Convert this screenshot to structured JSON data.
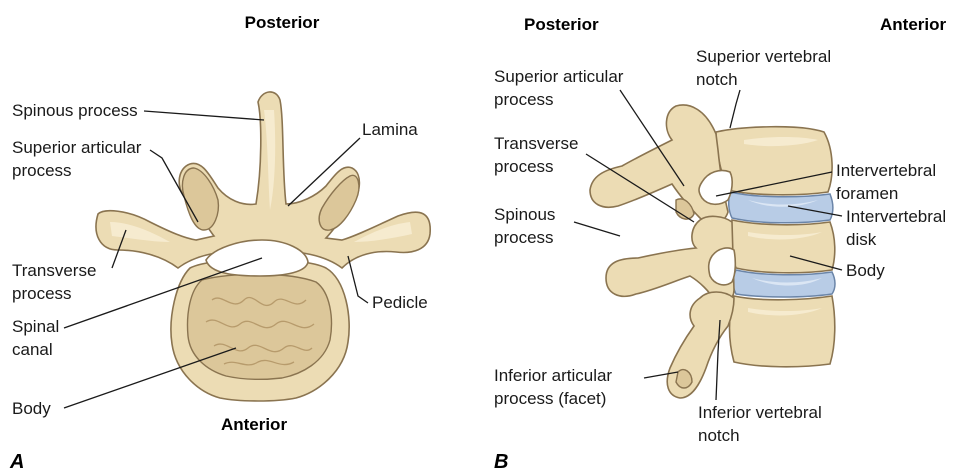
{
  "panel_a": {
    "letter": "A",
    "top_heading": "Posterior",
    "bottom_heading": "Anterior",
    "labels": {
      "spinous_process": "Spinous process",
      "superior_articular_1": "Superior articular",
      "superior_articular_2": "process",
      "lamina": "Lamina",
      "transverse_1": "Transverse",
      "transverse_2": "process",
      "spinal_1": "Spinal",
      "spinal_2": "canal",
      "pedicle": "Pedicle",
      "body": "Body"
    }
  },
  "panel_b": {
    "letter": "B",
    "left_heading": "Posterior",
    "right_heading": "Anterior",
    "labels": {
      "superior_articular_1": "Superior articular",
      "superior_articular_2": "process",
      "superior_notch_1": "Superior vertebral",
      "superior_notch_2": "notch",
      "transverse_1": "Transverse",
      "transverse_2": "process",
      "foramen_1": "Intervertebral",
      "foramen_2": "foramen",
      "spinous_1": "Spinous",
      "spinous_2": "process",
      "disk_1": "Intervertebral",
      "disk_2": "disk",
      "body": "Body",
      "inferior_articular_1": "Inferior articular",
      "inferior_articular_2": "process (facet)",
      "inferior_notch_1": "Inferior vertebral",
      "inferior_notch_2": "notch"
    }
  },
  "colors": {
    "bone": "#ecdcb4",
    "bone_outline": "#8a7450",
    "disk": "#b8cce6",
    "label_text": "#1a1a1a"
  }
}
